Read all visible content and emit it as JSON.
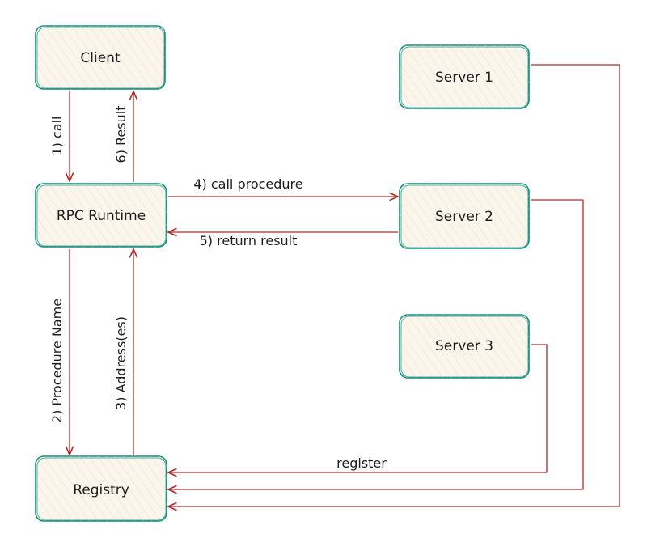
{
  "nodes": {
    "client": "Client",
    "rpc_runtime": "RPC Runtime",
    "registry": "Registry",
    "server1": "Server 1",
    "server2": "Server 2",
    "server3": "Server 3"
  },
  "edges": {
    "call": "1) call",
    "procedure_name": "2) Procedure Name",
    "addresses": "3) Address(es)",
    "call_procedure": "4) call procedure",
    "return_result": "5) return result",
    "result": "6) Result",
    "register": "register"
  },
  "colors": {
    "node_stroke": "#0d8f82",
    "node_fill": "#fbf6ec",
    "edge": "#b02a2a"
  }
}
